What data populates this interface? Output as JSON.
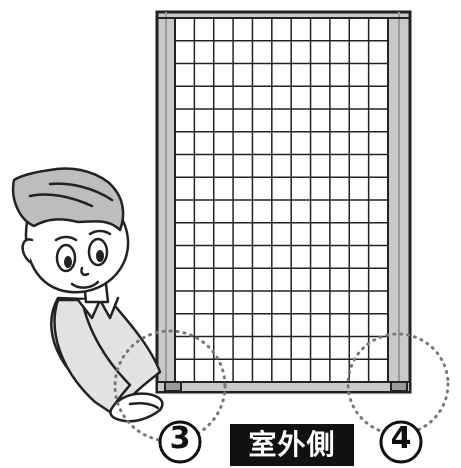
{
  "labels": {
    "step_3": "3",
    "step_4": "4",
    "side": "室外側"
  },
  "colors": {
    "frame_fill": "#c9c9c9",
    "frame_stroke": "#222222",
    "skin": "#ffffff",
    "shirt": "#e2e2e2",
    "hair": "#bdbdbd",
    "label_bg": "#111111",
    "label_text": "#ffffff"
  },
  "screen_grid": {
    "columns": 11,
    "rows": 16
  }
}
